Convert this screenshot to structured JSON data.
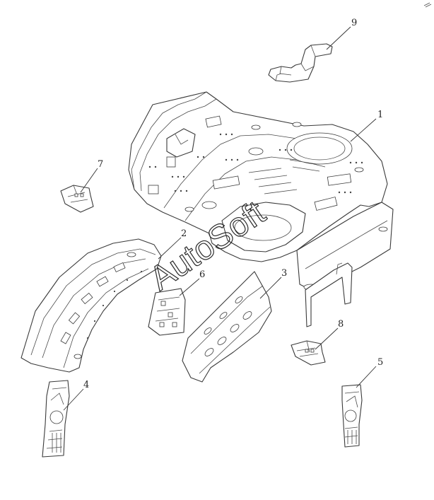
{
  "callouts": {
    "c1": "1",
    "c2": "2",
    "c3": "3",
    "c4": "4",
    "c5": "5",
    "c6": "6",
    "c7": "7",
    "c8": "8",
    "c9": "9"
  },
  "watermark": "AutoSoft",
  "colors": {
    "line": "#3a3a3a",
    "background": "#ffffff"
  }
}
